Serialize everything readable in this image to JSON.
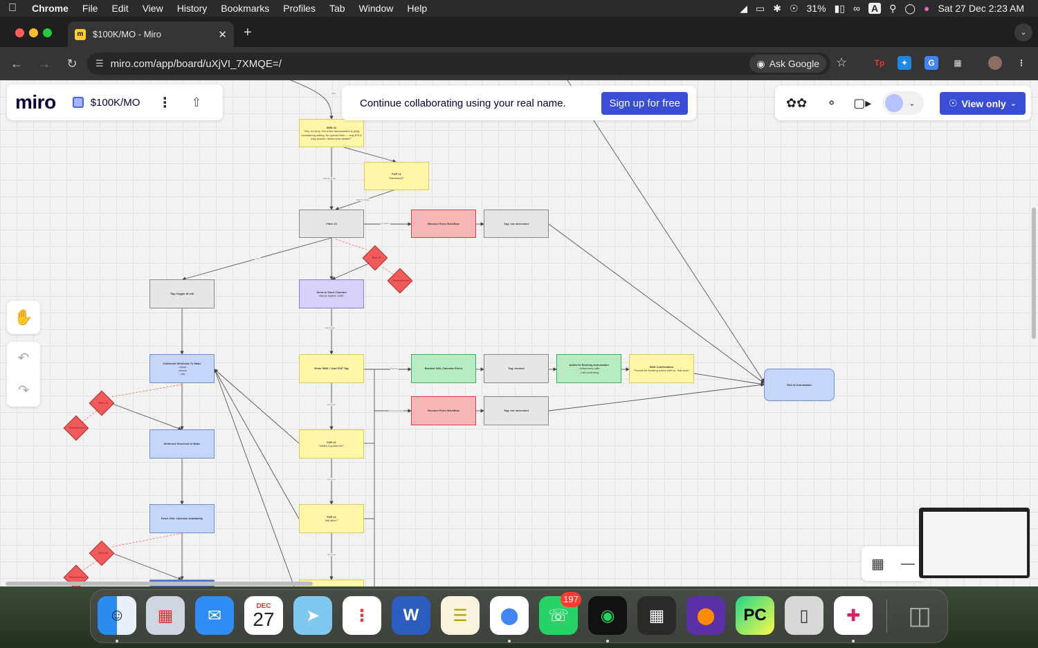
{
  "menubar": {
    "app": "Chrome",
    "items": [
      "File",
      "Edit",
      "View",
      "History",
      "Bookmarks",
      "Profiles",
      "Tab",
      "Window",
      "Help"
    ],
    "battery": "31%",
    "input_badge": "A",
    "datetime": "Sat 27 Dec  2:23 AM"
  },
  "browser": {
    "tab_title": "$100K/MO - Miro",
    "new_tab": "+",
    "url": "miro.com/app/board/uXjVI_7XMQE=/",
    "ask_google": "Ask Google"
  },
  "miro": {
    "logo": "miro",
    "board_name": "$100K/MO",
    "collab_message": "Continue collaborating using your real name.",
    "signup_label": "Sign up for free",
    "view_only_label": "View only"
  },
  "flow": {
    "nodes": {
      "sms2": "SMS #2",
      "sms2_body": "\"Hey, it's Amy. Got a few homeowners in {city} considering selling. No upfront fees — only $79 if they answer. Want more details?\"",
      "fup1a": "FUP #1",
      "fup1a_body": "\"Interested?\"",
      "filter3": "Filter #3",
      "remove1": "Remove From Workflow",
      "tag_not1": "Tag: not interested",
      "tag_trigger": "Tag: trigger ai call",
      "slack": "Send to Slack Channel",
      "slack_body": "Bonus replies: LINK",
      "outbound": "Outbound Webhook To Make",
      "outbound_body": "- name\n- phone\n- city",
      "enter_sms": "Enter SMS + Add FUP Tag",
      "booked_ghl": "Booked GHL Calendar Event",
      "tag_booked": "Tag: booked",
      "added_booking": "Added to Booking Automation",
      "added_booking_body": "- Adiscovery calls\n- Call confirming",
      "sms_confirm": "SMS Confirmation",
      "sms_confirm_body": "\"Thanks for booking a time with us. Talk soon\"",
      "end": "End of Automation",
      "remove2": "Remove From Workflow",
      "tag_not2": "Tag: not interested",
      "webhook_received": "Webhook Received in Make",
      "fup1b": "FUP #1",
      "fup1b_body": "\"what's it gonna be?\"",
      "fetch_ghl": "Fetch GHL Calendar Availability",
      "fup2": "FUP #2",
      "fup2_body": "\"still alive?\"",
      "retry": "[Retry x3]",
      "resolved": "Resolved on error"
    }
  },
  "dock": {
    "calendar_month": "DEC",
    "calendar_day": "27",
    "whatsapp_badge": "197"
  }
}
